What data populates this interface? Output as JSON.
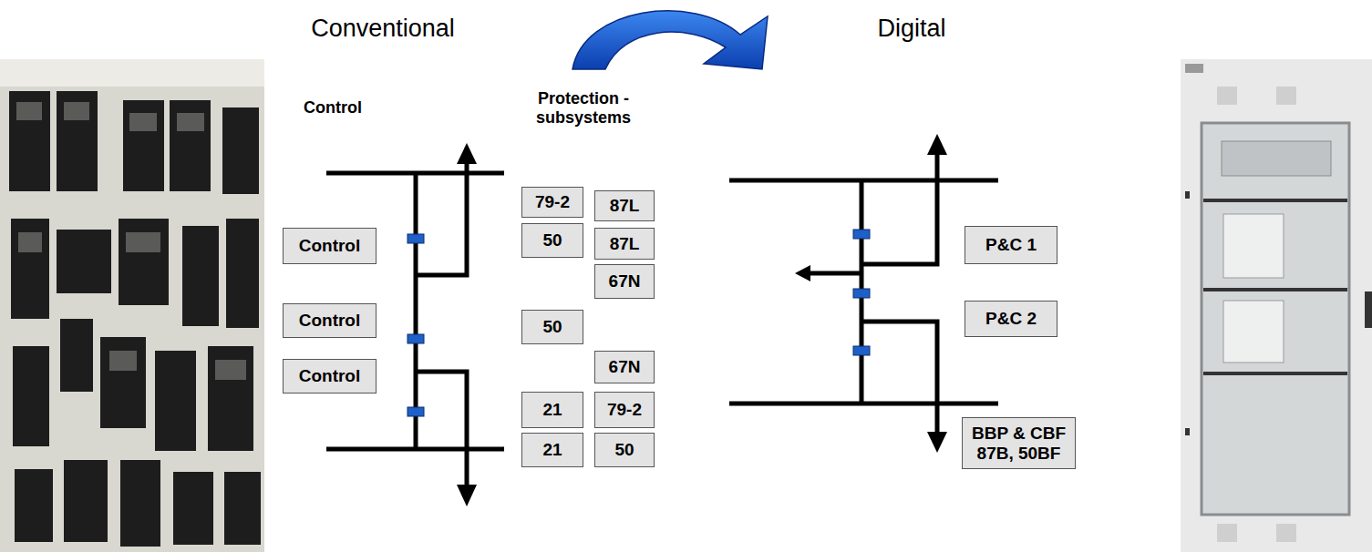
{
  "diagram": {
    "nodes": [
      {
        "text": [
          "Control"
        ]
      },
      {
        "text": [
          "Control"
        ]
      },
      {
        "text": [
          "Control"
        ]
      },
      {
        "text": [
          "79-2"
        ]
      },
      {
        "text": [
          "87L"
        ]
      },
      {
        "text": [
          "50"
        ]
      },
      {
        "text": [
          "87L"
        ]
      },
      {
        "text": [
          "67N"
        ]
      },
      {
        "text": [
          "50"
        ]
      },
      {
        "text": [
          "67N"
        ]
      },
      {
        "text": [
          "21"
        ]
      },
      {
        "text": [
          "79-2"
        ]
      },
      {
        "text": [
          "21"
        ]
      },
      {
        "text": [
          "50"
        ]
      },
      {
        "text": [
          "P&C 1"
        ]
      },
      {
        "text": [
          "P&C 2"
        ]
      },
      {
        "text": [
          "BBP & CBF",
          "87B, 50BF"
        ]
      }
    ],
    "labels": [
      "Conventional",
      "Digital",
      "Control",
      "Protection - subsystems"
    ]
  }
}
